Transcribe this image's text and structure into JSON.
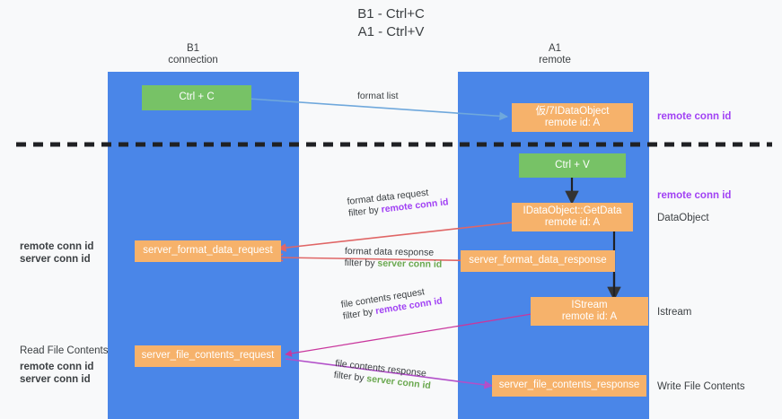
{
  "title": {
    "line1": "B1 - Ctrl+C",
    "line2": "A1 - Ctrl+V"
  },
  "columns": [
    {
      "id": "b1",
      "name": "B1",
      "role": "connection"
    },
    {
      "id": "a1",
      "name": "A1",
      "role": "remote"
    }
  ],
  "nodes": [
    {
      "id": "ctrl-c",
      "label1": "Ctrl + C",
      "label2": "",
      "color": "#77c266"
    },
    {
      "id": "idataobject",
      "label1": "仮/7IDataObject",
      "label2": "remote id: A",
      "color": "#f6b26b"
    },
    {
      "id": "ctrl-v",
      "label1": "Ctrl + V",
      "label2": "",
      "color": "#77c266"
    },
    {
      "id": "idataobject-getdata",
      "label1": "IDataObject::GetData",
      "label2": "remote id: A",
      "color": "#f6b26b"
    },
    {
      "id": "server-format-data-request",
      "label1": "server_format_data_request",
      "label2": "",
      "color": "#f6b26b"
    },
    {
      "id": "server-format-data-response",
      "label1": "server_format_data_response",
      "label2": "",
      "color": "#f6b26b"
    },
    {
      "id": "istream",
      "label1": "IStream",
      "label2": "remote id: A",
      "color": "#f6b26b"
    },
    {
      "id": "server-file-contents-request",
      "label1": "server_file_contents_request",
      "label2": "",
      "color": "#f6b26b"
    },
    {
      "id": "server-file-contents-response",
      "label1": "server_file_contents_response",
      "label2": "",
      "color": "#f6b26b"
    }
  ],
  "edges": [
    {
      "id": "format-list",
      "caption": "format list",
      "filter_prefix": "",
      "filter_key": ""
    },
    {
      "id": "format-data-request",
      "caption": "format data request",
      "filter_prefix": "filter by ",
      "filter_key": "remote conn id"
    },
    {
      "id": "format-data-response",
      "caption": "format data response",
      "filter_prefix": "filter by ",
      "filter_key": "server conn id"
    },
    {
      "id": "file-contents-request",
      "caption": "file contents request",
      "filter_prefix": "filter by ",
      "filter_key": "remote conn id"
    },
    {
      "id": "file-contents-response",
      "caption": "file contents response",
      "filter_prefix": "filter by ",
      "filter_key": "server conn id"
    }
  ],
  "right_notes": [
    {
      "id": "remote-conn-id-top",
      "text": "remote conn id",
      "style": "purple"
    },
    {
      "id": "remote-conn-id-mid",
      "text": "remote conn id",
      "style": "purple"
    },
    {
      "id": "dataobject",
      "text": "DataObject",
      "style": "plain"
    },
    {
      "id": "istream-note",
      "text": "Istream",
      "style": "plain"
    },
    {
      "id": "write-file-contents",
      "text": "Write File Contents",
      "style": "plain"
    }
  ],
  "left_notes": [
    {
      "id": "mid-remote-conn-id",
      "text": "remote conn id",
      "style": "purple"
    },
    {
      "id": "mid-server-conn-id",
      "text": "server conn id",
      "style": "green"
    },
    {
      "id": "read-file-contents",
      "text": "Read File Contents",
      "style": "plain"
    },
    {
      "id": "bottom-remote-conn-id",
      "text": "remote conn id",
      "style": "purple"
    },
    {
      "id": "bottom-server-conn-id",
      "text": "server conn id",
      "style": "green"
    }
  ],
  "colors": {
    "lane": "#4a86e8",
    "node_orange": "#f6b26b",
    "node_green": "#77c266",
    "purple": "#a142f4",
    "green_text": "#6aa84f",
    "arrow_blue": "#6fa8dc",
    "arrow_red": "#e06666",
    "arrow_magenta": "#c9379d",
    "arrow_purple": "#b24fc9",
    "arrow_dark": "#333333",
    "background": "#f8f9fa"
  }
}
